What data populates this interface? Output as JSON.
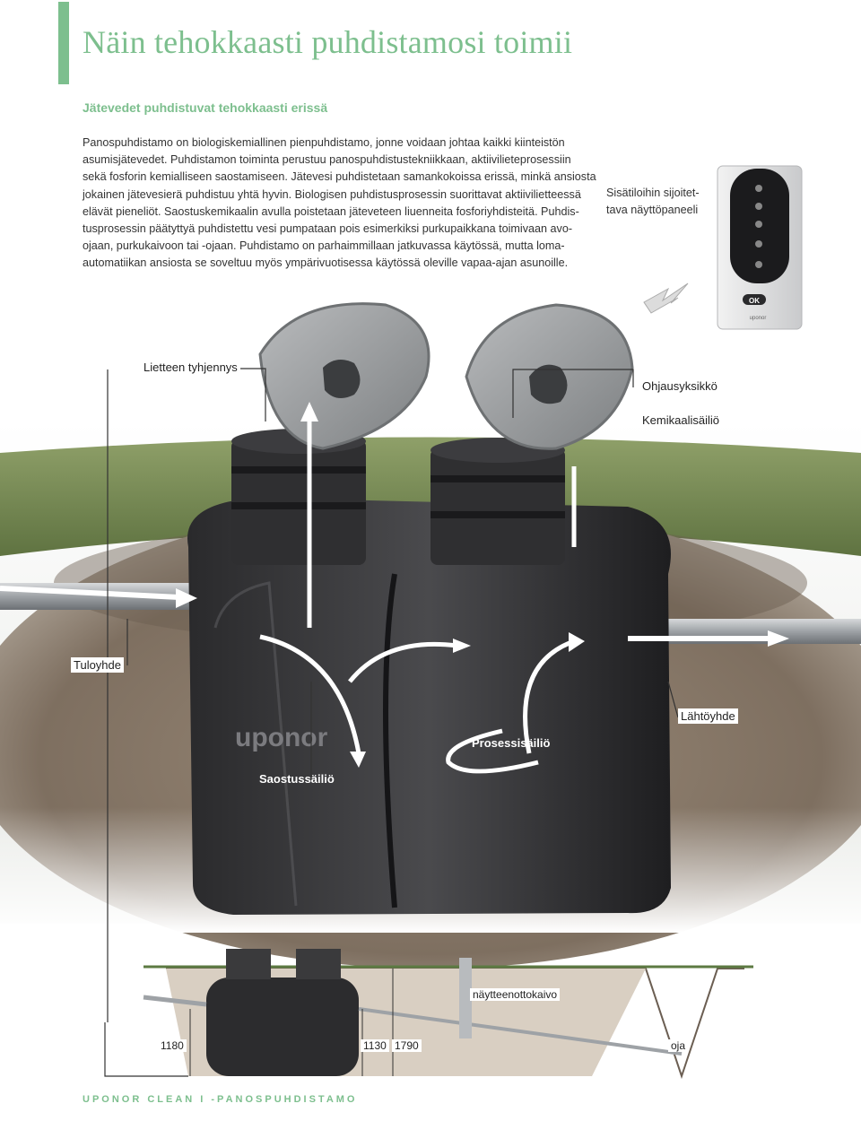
{
  "header": {
    "title": "Näin tehokkaasti puhdistamosi toimii",
    "subtitle": "Jätevedet puhdistuvat tehokkaasti erissä"
  },
  "body": {
    "lines": [
      "Panospuhdistamo on biologiskemiallinen pienpuhdistamo, jonne voidaan johtaa kaikki kiinteistön",
      "asumisjätevedet. Puhdistamon toiminta perustuu panospuhdistustekniikkaan, aktiivilieteprosessiin",
      "sekä fosforin kemialliseen saostamiseen. Jätevesi puhdistetaan samankokoissa erissä, minkä ansiosta",
      "jokainen jätevesierä puhdistuu yhtä hyvin. Biologisen puhdistusprosessin suorittavat aktiivilietteessä",
      "elävät pieneliöt. Saostuskemikaalin avulla poistetaan jäteveteen liuenneita fosforiyhdisteitä. Puhdis-",
      "tusprosessin päätyttyä puhdistettu vesi pumpataan pois esimerkiksi purkupaikkana toimivaan avo-",
      "ojaan, purkukaivoon tai -ojaan. Puhdistamo on parhaimmillaan jatkuvassa käytössä, mutta loma-",
      "automatiikan ansiosta se soveltuu myös ympärivuotisessa käytössä oleville vapaa-ajan asunoille."
    ]
  },
  "side_note": {
    "line1": "Sisätiloihin sijoitet-",
    "line2": "tava näyttöpaneeli"
  },
  "panel": {
    "ok_label": "OK",
    "brand": "uponor"
  },
  "labels": {
    "sludge": "Lietteen tyhjennys",
    "control_unit": "Ohjausyksikkö",
    "chem_tank": "Kemikaalisäiliö",
    "inlet": "Tuloyhde",
    "outlet": "Lähtöyhde",
    "process_tank": "Prosessisäiliö",
    "settling_tank": "Saostussäiliö",
    "brand_on_tank": "uponor"
  },
  "section": {
    "sampling_well": "näytteenottokaivo",
    "dim_left": "1180",
    "dim_mid": "1130",
    "dim_right": "1790",
    "ditch": "oja"
  },
  "footer": {
    "text": "UPONOR CLEAN I -PANOSPUHDISTAMO"
  },
  "colors": {
    "accent": "#7dbf8e"
  }
}
